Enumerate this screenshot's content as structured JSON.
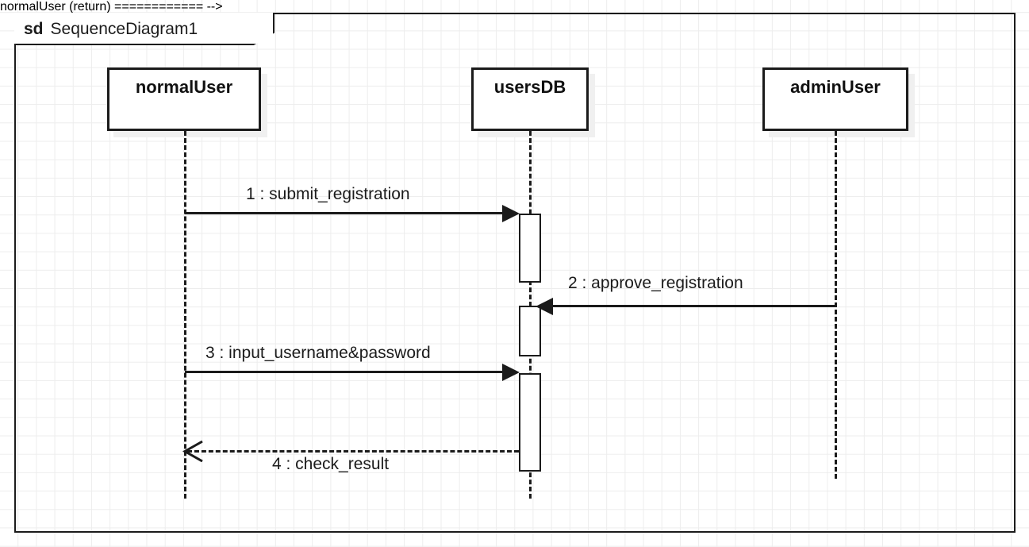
{
  "diagram": {
    "kind_keyword": "sd",
    "name": "SequenceDiagram1",
    "type": "uml-sequence-diagram",
    "colors": {
      "stroke": "#1b1b1b",
      "fill": "#ffffff",
      "shadow": "#f0f0f0",
      "grid": "#ededed",
      "background": "#ffffff"
    }
  },
  "lifelines": [
    {
      "id": "normalUser",
      "label": "normalUser"
    },
    {
      "id": "usersDB",
      "label": "usersDB"
    },
    {
      "id": "adminUser",
      "label": "adminUser"
    }
  ],
  "messages": [
    {
      "seq": "1",
      "name": "submit_registration",
      "label": "1 : submit_registration",
      "from": "normalUser",
      "to": "usersDB",
      "style": "solid",
      "arrowhead": "filled",
      "direction": "right"
    },
    {
      "seq": "2",
      "name": "approve_registration",
      "label": "2 : approve_registration",
      "from": "adminUser",
      "to": "usersDB",
      "style": "solid",
      "arrowhead": "filled",
      "direction": "left"
    },
    {
      "seq": "3",
      "name": "input_username&password",
      "label": "3 : input_username&password",
      "from": "normalUser",
      "to": "usersDB",
      "style": "solid",
      "arrowhead": "filled",
      "direction": "right"
    },
    {
      "seq": "4",
      "name": "check_result",
      "label": "4 : check_result",
      "from": "usersDB",
      "to": "normalUser",
      "style": "dashed",
      "arrowhead": "open",
      "direction": "left"
    }
  ],
  "activations": [
    {
      "lifeline": "usersDB",
      "index": "1"
    },
    {
      "lifeline": "usersDB",
      "index": "2"
    },
    {
      "lifeline": "usersDB",
      "index": "3"
    }
  ]
}
